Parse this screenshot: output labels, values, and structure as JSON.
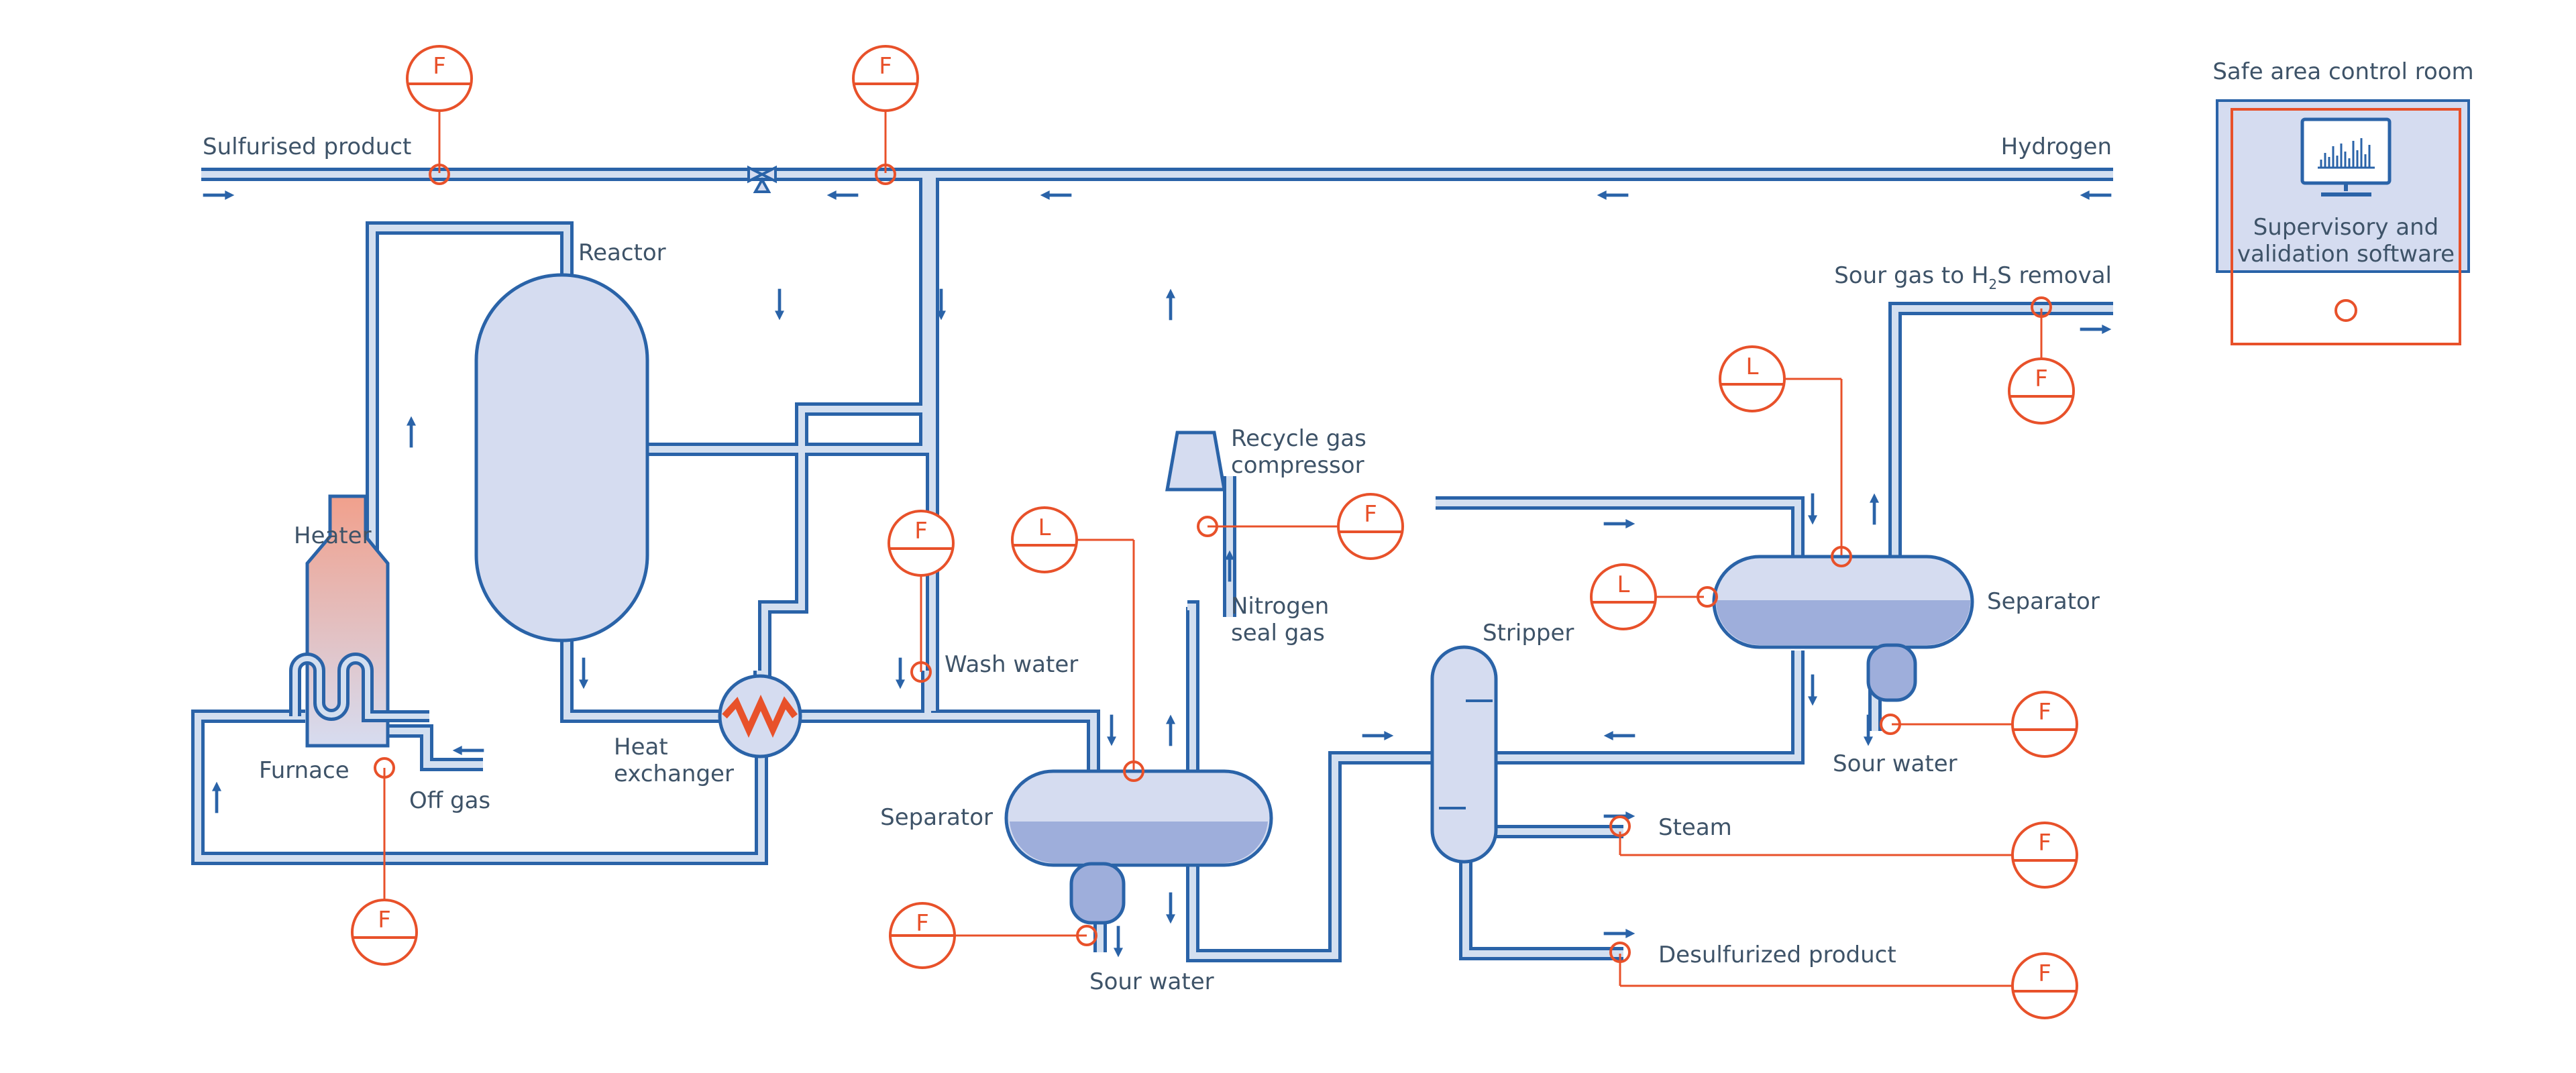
{
  "colors": {
    "pipe_outline": "#2a63a8",
    "pipe_fill": "#d3dff0",
    "vessel_fill": "#d5dcf0",
    "liquid_fill": "#9eaedb",
    "instrument": "#e8512a",
    "furnace_top": "#f1a08c",
    "text": "#3e5368"
  },
  "labels": {
    "sulfurised_product": "Sulfurised product",
    "hydrogen": "Hydrogen",
    "reactor": "Reactor",
    "heater": "Heater",
    "furnace": "Furnace",
    "off_gas": "Off gas",
    "heat_exchanger_1": "Heat",
    "heat_exchanger_2": "exchanger",
    "wash_water": "Wash water",
    "recycle_gas_1": "Recycle gas",
    "recycle_gas_2": "compressor",
    "nitrogen_1": "Nitrogen",
    "nitrogen_2": "seal gas",
    "separator_1": "Separator",
    "sour_water_1": "Sour water",
    "stripper": "Stripper",
    "separator_2": "Separator",
    "sour_water_2": "Sour water",
    "steam": "Steam",
    "desulfurized_product": "Desulfurized product",
    "sour_gas_prefix": "Sour gas to H",
    "sour_gas_subscript": "2",
    "sour_gas_suffix": "S removal",
    "control_room": "Safe area control room",
    "software_1": "Supervisory and",
    "software_2": "validation software"
  },
  "instruments": {
    "f1": "F",
    "f2": "F",
    "f3": "F",
    "f4": "F",
    "f5": "F",
    "f6": "F",
    "f7": "F",
    "f8": "F",
    "f9": "F",
    "f10": "F",
    "l1": "L",
    "l2": "L",
    "l3": "L"
  },
  "icons": [
    "monitor-icon",
    "valve-icon",
    "compressor-icon",
    "heat-exchanger-icon",
    "flow-arrow-icon"
  ]
}
